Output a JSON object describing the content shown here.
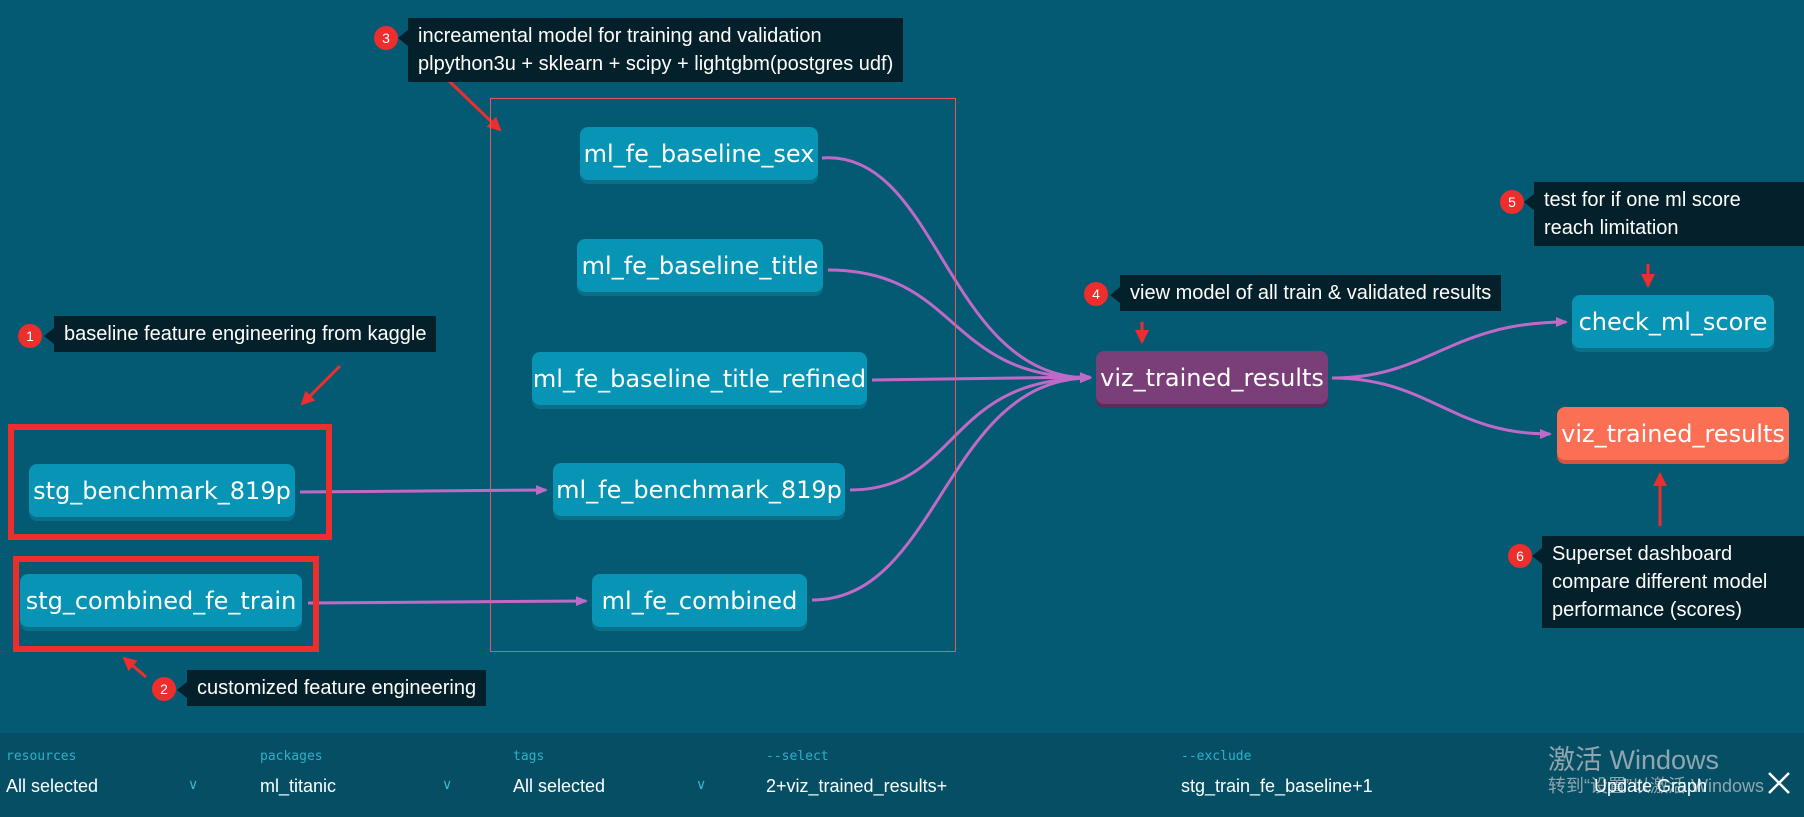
{
  "nodes": {
    "stg_benchmark": "stg_benchmark_819p",
    "stg_combined": "stg_combined_fe_train",
    "ml_sex": "ml_fe_baseline_sex",
    "ml_title": "ml_fe_baseline_title",
    "ml_title_refined": "ml_fe_baseline_title_refined",
    "ml_benchmark": "ml_fe_benchmark_819p",
    "ml_combined": "ml_fe_combined",
    "viz_main": "viz_trained_results",
    "check_score": "check_ml_score",
    "viz_dashboard": "viz_trained_results"
  },
  "callouts": {
    "c1": {
      "num": "1",
      "text": "baseline feature engineering from kaggle"
    },
    "c2": {
      "num": "2",
      "text": "customized feature engineering"
    },
    "c3": {
      "num": "3",
      "line1": "increamental model for training and validation",
      "line2": "plpython3u + sklearn + scipy + lightgbm(postgres udf)"
    },
    "c4": {
      "num": "4",
      "text": "view model of all train & validated results"
    },
    "c5": {
      "num": "5",
      "line1": "test for if one ml score",
      "line2": "reach limitation"
    },
    "c6": {
      "num": "6",
      "line1": "Superset dashboard",
      "line2": "compare different model",
      "line3": "performance (scores)"
    }
  },
  "footer": {
    "resources": {
      "label": "resources",
      "value": "All selected"
    },
    "packages": {
      "label": "packages",
      "value": "ml_titanic"
    },
    "tags": {
      "label": "tags",
      "value": "All selected"
    },
    "select": {
      "label": "--select",
      "value": "2+viz_trained_results+"
    },
    "exclude": {
      "label": "--exclude",
      "value": "stg_train_fe_baseline+1"
    },
    "update_button": "Update Graph",
    "watermark_line1": "激活 Windows",
    "watermark_line2": "转到“设置”以激活 Windows"
  },
  "colors": {
    "background": "#045a73",
    "node": "#0894b4",
    "node_purple": "#7a3f78",
    "node_orange": "#fb6f55",
    "edge": "#c06ac8",
    "highlight": "#ee2d2d",
    "callout_bg": "#04212b"
  },
  "icons": [
    "chevron-down-icon",
    "close-icon",
    "arrow-annotation-icon"
  ]
}
